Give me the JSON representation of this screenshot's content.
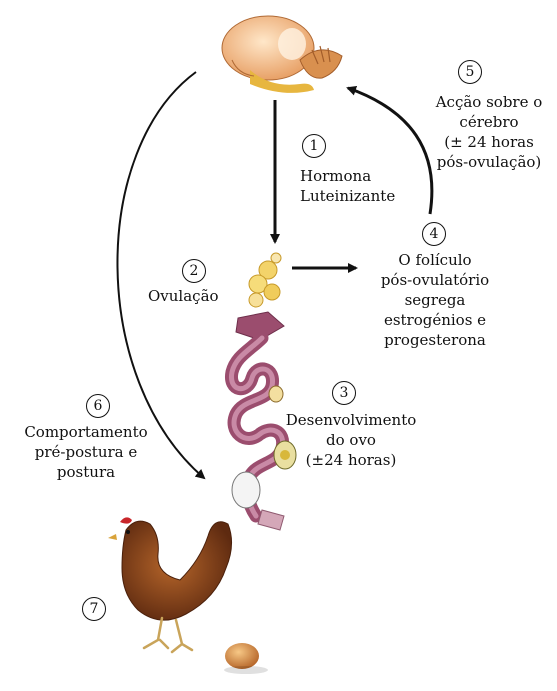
{
  "steps": [
    {
      "number": "1",
      "lines": [
        "Hormona",
        "Luteinizante"
      ]
    },
    {
      "number": "2",
      "lines": [
        "Ovulação"
      ]
    },
    {
      "number": "3",
      "lines": [
        "Desenvolvimento",
        "do ovo",
        "(±24 horas)"
      ]
    },
    {
      "number": "4",
      "lines": [
        "O folículo",
        "pós-ovulatório",
        "segrega",
        "estrogénios e",
        "progesterona"
      ]
    },
    {
      "number": "5",
      "lines": [
        "Acção sobre o",
        "cérebro",
        "(± 24 horas",
        "pós-ovulação)"
      ]
    },
    {
      "number": "6",
      "lines": [
        "Comportamento",
        "pré-postura e",
        "postura"
      ]
    },
    {
      "number": "7",
      "lines": []
    }
  ]
}
